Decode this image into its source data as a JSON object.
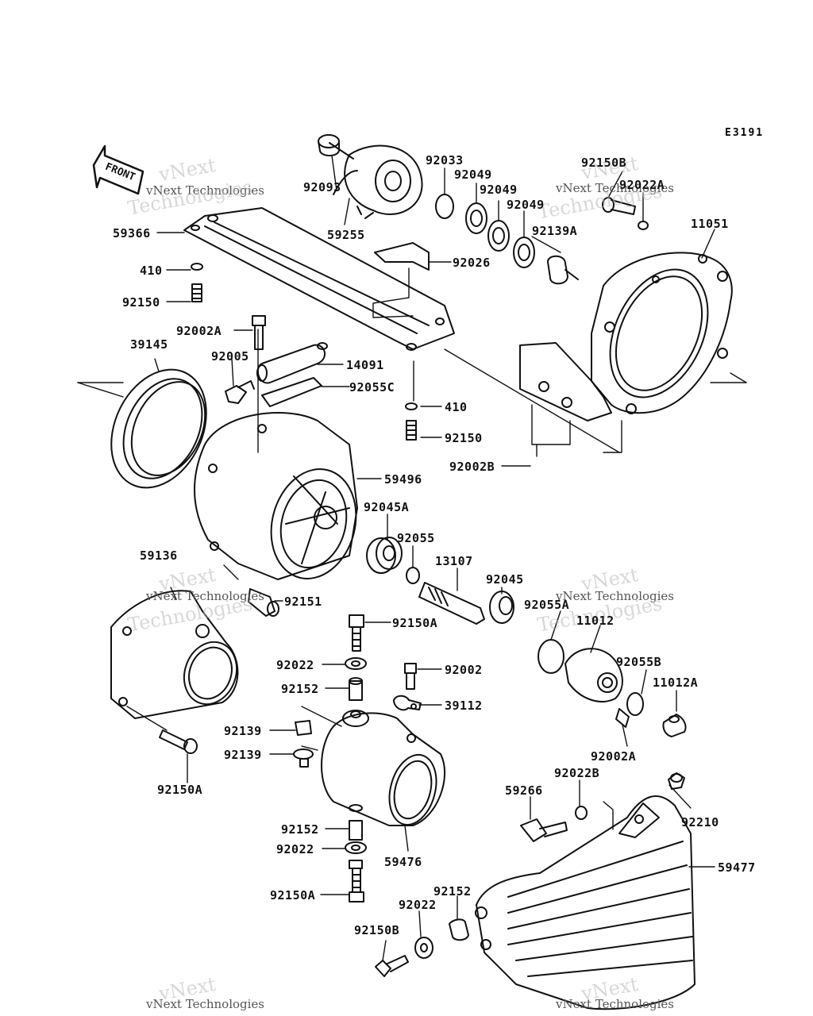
{
  "diagram": {
    "code": "E3191",
    "front_label": "FRONT",
    "watermark": {
      "line1": "vNext Technologies",
      "line2": "vNext",
      "line3": "Technologies"
    },
    "parts": {
      "p92093": "92093",
      "p59255": "59255",
      "p92033": "92033",
      "p92049a": "92049",
      "p92049b": "92049",
      "p92049c": "92049",
      "p92139A": "92139A",
      "p92026": "92026",
      "p92150B_top": "92150B",
      "p92022A_top": "92022A",
      "p11051": "11051",
      "p59366": "59366",
      "p410a": "410",
      "p92150a": "92150",
      "p92002A_a": "92002A",
      "p39145": "39145",
      "p92005": "92005",
      "p14091": "14091",
      "p92055C": "92055C",
      "p410b": "410",
      "p92150b": "92150",
      "p92002B": "92002B",
      "p59496": "59496",
      "p92045A": "92045A",
      "p92055": "92055",
      "p13107": "13107",
      "p92045": "92045",
      "p92055A": "92055A",
      "p11012": "11012",
      "p92055B": "92055B",
      "p11012A": "11012A",
      "p92002A_b": "92002A",
      "p59136": "59136",
      "p92151": "92151",
      "p92150A_a": "92150A",
      "p92022a": "92022",
      "p92002": "92002",
      "p92152a": "92152",
      "p39112": "39112",
      "p92139a": "92139",
      "p92139b": "92139",
      "p92150A_left": "92150A",
      "p92022B": "92022B",
      "p59266": "59266",
      "p92210": "92210",
      "p59477": "59477",
      "p92152b": "92152",
      "p92022b": "92022",
      "p59476": "59476",
      "p92150A_b": "92150A",
      "p92152c": "92152",
      "p92022c": "92022",
      "p92150B_bot": "92150B"
    }
  }
}
